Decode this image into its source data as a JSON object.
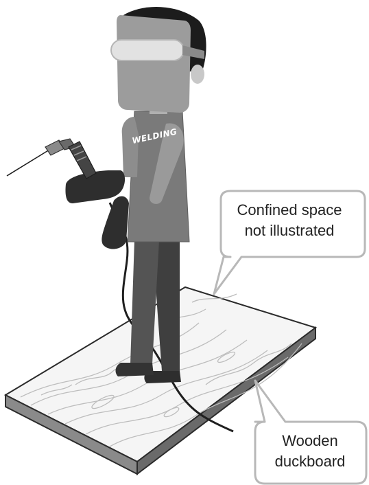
{
  "shirt_text": "WELDING",
  "callouts": {
    "confined_space": {
      "line1": "Confined space",
      "line2": "not illustrated"
    },
    "duckboard": {
      "line1": "Wooden",
      "line2": "duckboard"
    }
  },
  "colors": {
    "board_top": "#f4f4f4",
    "board_edge": "#888888",
    "board_outline": "#333333",
    "skin_dark": "#444444",
    "shirt": "#7a7a7a",
    "pants": "#555555",
    "helmet": "#9a9a9a",
    "glove": "#333333",
    "callout_border": "#b0b0b0"
  }
}
